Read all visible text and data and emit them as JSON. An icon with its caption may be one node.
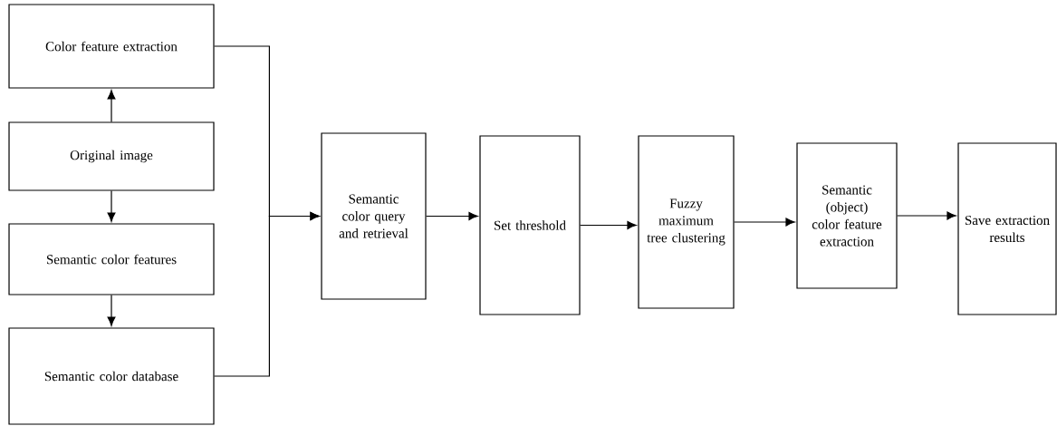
{
  "diagram": {
    "nodes": [
      {
        "text": [
          "Color feature extraction"
        ]
      },
      {
        "text": [
          "Original image"
        ]
      },
      {
        "text": [
          "Semantic color features"
        ]
      },
      {
        "text": [
          "Semantic color database"
        ]
      },
      {
        "text": [
          "Semantic color query and retrieval"
        ]
      },
      {
        "text": [
          "Set threshold"
        ]
      },
      {
        "text": [
          "Fuzzy maximum tree clustering"
        ]
      },
      {
        "text": [
          "Semantic (object) color feature extraction"
        ]
      },
      {
        "text": [
          "Save extraction results"
        ]
      }
    ],
    "edges": [
      {
        "from": 1,
        "to": 0,
        "arrow": "to"
      },
      {
        "from": 1,
        "to": 2,
        "arrow": "to"
      },
      {
        "from": 2,
        "to": 3,
        "arrow": "to"
      },
      {
        "from": 0,
        "to": 4,
        "arrow": "to"
      },
      {
        "from": 3,
        "to": 4,
        "arrow": "to"
      },
      {
        "from": 4,
        "to": 5,
        "arrow": "to"
      },
      {
        "from": 5,
        "to": 6,
        "arrow": "to"
      },
      {
        "from": 6,
        "to": 7,
        "arrow": "to"
      },
      {
        "from": 7,
        "to": 8,
        "arrow": "to"
      }
    ]
  }
}
